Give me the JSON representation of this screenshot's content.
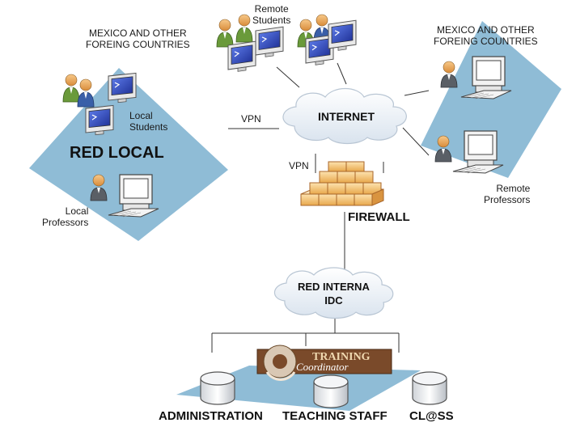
{
  "labels": {
    "mexico_left": "MEXICO AND OTHER\nFOREING COUNTRIES",
    "remote_students": "Remote\nStudents",
    "mexico_right": "MEXICO AND OTHER\nFOREING COUNTRIES",
    "local_students": "Local\nStudents",
    "red_local": "RED LOCAL",
    "local_professors": "Local\nProfessors",
    "vpn_left": "VPN",
    "internet": "INTERNET",
    "vpn_mid": "VPN",
    "firewall": "FIREWALL",
    "remote_professors": "Remote\nProfessors",
    "red_interna": "RED INTERNA\nIDC",
    "training_word": "TRAINING",
    "coordinator_word": "Coordinator",
    "administration": "ADMINISTRATION",
    "teaching_staff": "TEACHING STAFF",
    "class": "CL@SS"
  },
  "colors": {
    "zone_blue": "#8fbcd6",
    "cloud": "#eef3f8",
    "firewall_brick": "#f6c77a",
    "logo_bg": "#7a4a2a",
    "monitor_screen": "#3b56c8",
    "person_green": "#6a9a3a",
    "person_blue": "#3a5fa8",
    "person_grey": "#5a5f66"
  },
  "icons": [
    "cloud-icon",
    "firewall-icon",
    "computer-icon",
    "person-icon",
    "database-icon",
    "logo-icon"
  ]
}
